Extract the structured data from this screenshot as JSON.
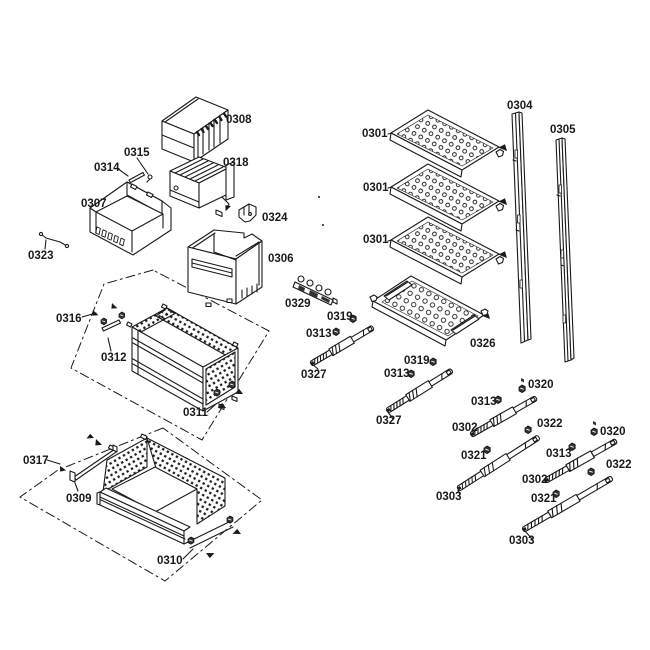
{
  "diagram": {
    "type": "exploded-parts-diagram",
    "background": "#ffffff",
    "ink": "#1a1a1a"
  },
  "labels": [
    {
      "code": "0308"
    },
    {
      "code": "0315"
    },
    {
      "code": "0314"
    },
    {
      "code": "0318"
    },
    {
      "code": "0307"
    },
    {
      "code": "0324"
    },
    {
      "code": "0323"
    },
    {
      "code": "0306"
    },
    {
      "code": "0316"
    },
    {
      "code": "0312"
    },
    {
      "code": "0311"
    },
    {
      "code": "0317"
    },
    {
      "code": "0309"
    },
    {
      "code": "0310"
    },
    {
      "code": "0301"
    },
    {
      "code": "0301"
    },
    {
      "code": "0301"
    },
    {
      "code": "0304"
    },
    {
      "code": "0305"
    },
    {
      "code": "0326"
    },
    {
      "code": "0329"
    },
    {
      "code": "0319"
    },
    {
      "code": "0313"
    },
    {
      "code": "0327"
    },
    {
      "code": "0319"
    },
    {
      "code": "0313"
    },
    {
      "code": "0327"
    },
    {
      "code": "0320"
    },
    {
      "code": "0313"
    },
    {
      "code": "0302"
    },
    {
      "code": "0322"
    },
    {
      "code": "0321"
    },
    {
      "code": "0303"
    },
    {
      "code": "0320"
    },
    {
      "code": "0313"
    },
    {
      "code": "0302"
    },
    {
      "code": "0322"
    },
    {
      "code": "0321"
    },
    {
      "code": "0303"
    }
  ]
}
